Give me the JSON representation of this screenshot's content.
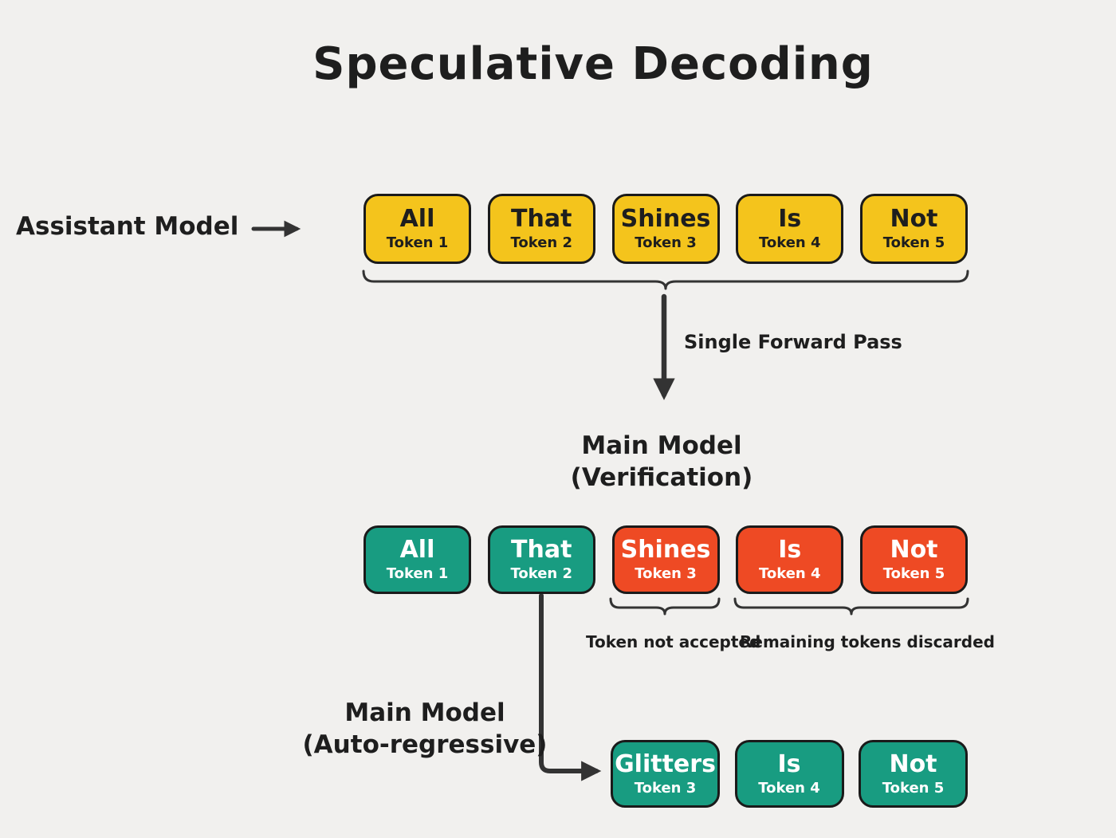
{
  "title": "Speculative Decoding",
  "colors": {
    "background": "#F1F0EE",
    "yellow": "#F4C41C",
    "green": "#189C81",
    "red": "#EE4A24",
    "dark": "#1E1E1E",
    "arrow": "#333333",
    "token_border": "#1A1A1A"
  },
  "assistant": {
    "label": "Assistant Model",
    "tokens": [
      {
        "word": "All",
        "sub": "Token 1",
        "color": "yellow"
      },
      {
        "word": "That",
        "sub": "Token 2",
        "color": "yellow"
      },
      {
        "word": "Shines",
        "sub": "Token 3",
        "color": "yellow"
      },
      {
        "word": "Is",
        "sub": "Token 4",
        "color": "yellow"
      },
      {
        "word": "Not",
        "sub": "Token 5",
        "color": "yellow"
      }
    ]
  },
  "forward_pass_label": "Single Forward Pass",
  "verification": {
    "label_line1": "Main Model",
    "label_line2": "(Verification)",
    "tokens": [
      {
        "word": "All",
        "sub": "Token 1",
        "color": "green"
      },
      {
        "word": "That",
        "sub": "Token 2",
        "color": "green"
      },
      {
        "word": "Shines",
        "sub": "Token 3",
        "color": "red"
      },
      {
        "word": "Is",
        "sub": "Token 4",
        "color": "red"
      },
      {
        "word": "Not",
        "sub": "Token 5",
        "color": "red"
      }
    ],
    "not_accepted_label": "Token not accepted",
    "discarded_label": "Remaining tokens discarded"
  },
  "autoregressive": {
    "label_line1": "Main Model",
    "label_line2": "(Auto-regressive)",
    "tokens": [
      {
        "word": "Glitters",
        "sub": "Token 3",
        "color": "green"
      },
      {
        "word": "Is",
        "sub": "Token 4",
        "color": "green"
      },
      {
        "word": "Not",
        "sub": "Token 5",
        "color": "green"
      }
    ]
  }
}
